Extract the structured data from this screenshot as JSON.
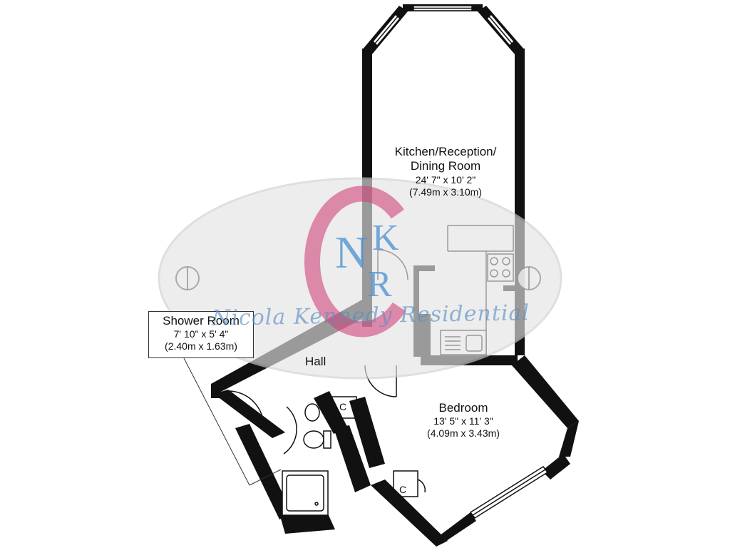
{
  "rooms": {
    "kitchen": {
      "name_line1": "Kitchen/Reception/",
      "name_line2": "Dining Room",
      "dim_imperial": "24' 7\" x 10' 2\"",
      "dim_metric": "(7.49m x 3.10m)"
    },
    "shower": {
      "name": "Shower Room",
      "dim_imperial": "7' 10\" x 5' 4\"",
      "dim_metric": "(2.40m x 1.63m)"
    },
    "hall": {
      "name": "Hall"
    },
    "bedroom": {
      "name": "Bedroom",
      "dim_imperial": "13' 5\" x 11' 3\"",
      "dim_metric": "(4.09m x 3.43m)"
    },
    "cupboard_1": {
      "name": "C"
    },
    "cupboard_2": {
      "name": "C"
    }
  },
  "watermark": {
    "logo_letters": "CNKR",
    "brand_text": "Nicola Kennedy Residential",
    "colors": {
      "c_letter": "#d0457a",
      "nkr_letters": "#4a8fd0",
      "oval_fill": "#e4e4e4"
    }
  }
}
